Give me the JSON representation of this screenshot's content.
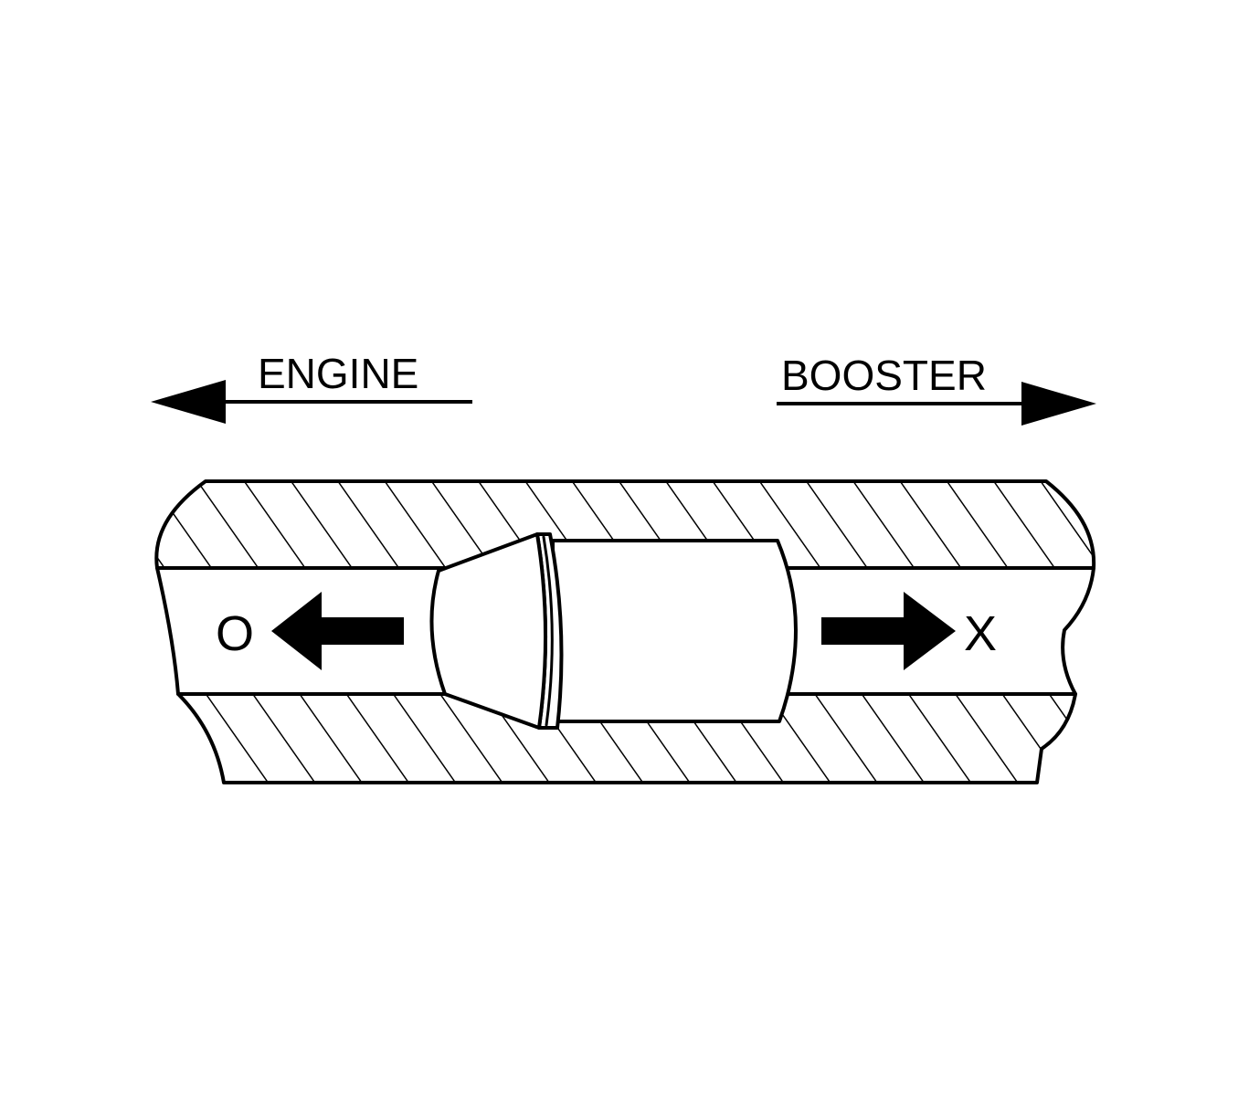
{
  "labels": {
    "engine": "ENGINE",
    "booster": "BOOSTER",
    "correct_mark": "O",
    "wrong_mark": "X"
  },
  "colors": {
    "line": "#000000",
    "background": "#ffffff"
  }
}
